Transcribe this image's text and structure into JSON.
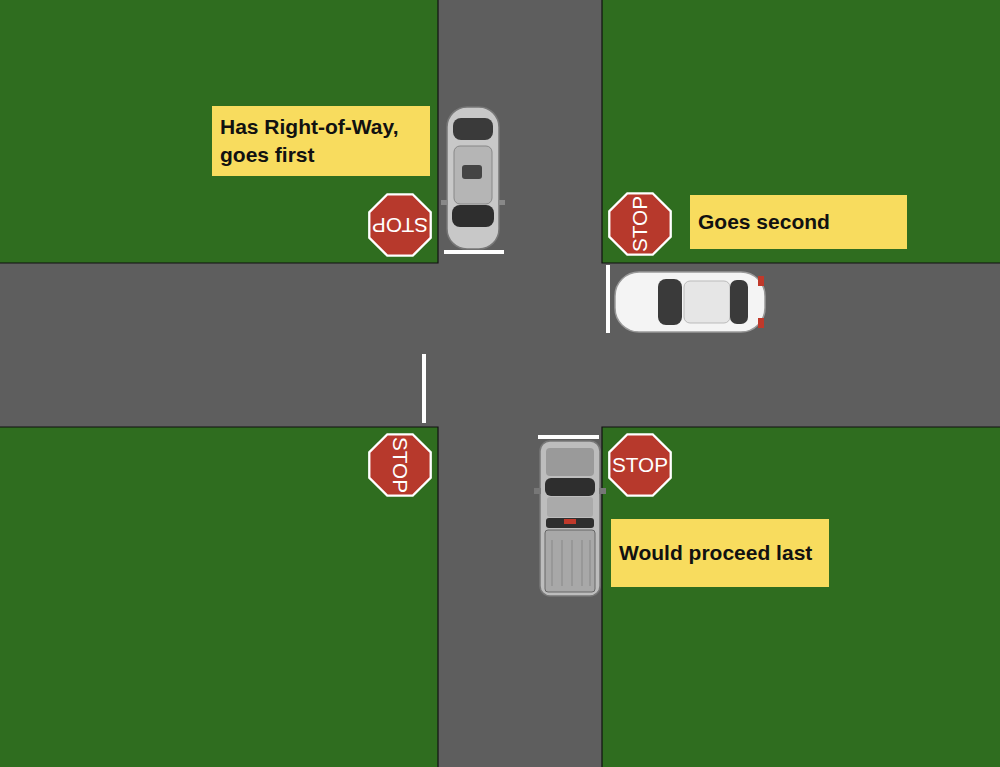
{
  "diagram": {
    "nodes": [
      {
        "text": [
          "Has Right-of-Way, goes first"
        ]
      },
      {
        "text": [
          "STOP"
        ]
      },
      {
        "text": [
          "STOP"
        ]
      },
      {
        "text": [
          "Goes second"
        ]
      },
      {
        "text": [
          "STOP"
        ]
      },
      {
        "text": [
          "STOP"
        ]
      },
      {
        "text": [
          "Would proceed last"
        ]
      }
    ]
  }
}
